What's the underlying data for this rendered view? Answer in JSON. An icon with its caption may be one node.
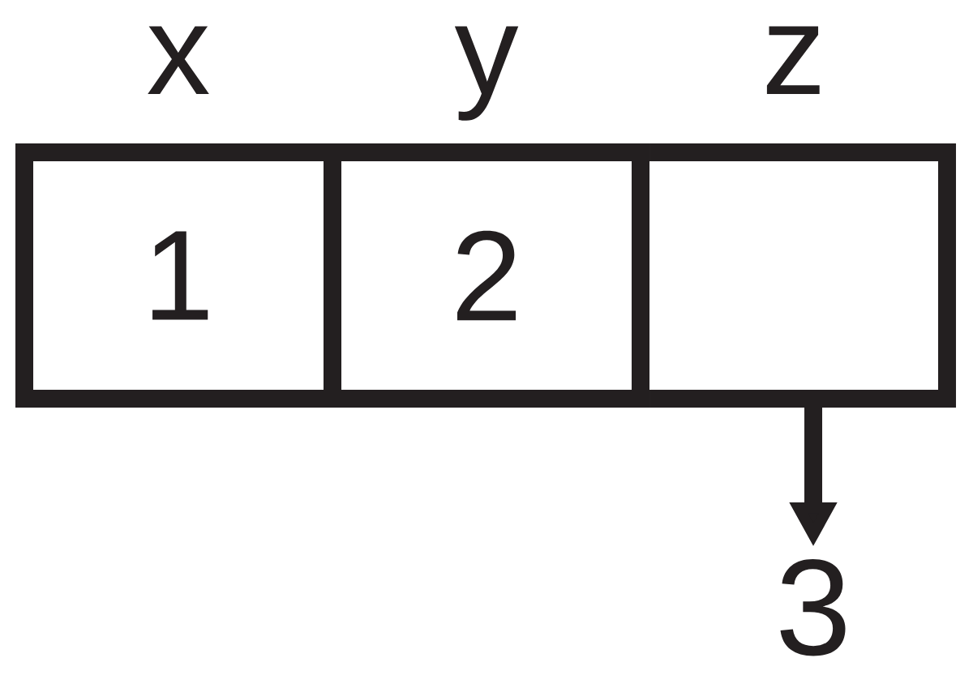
{
  "diagram": {
    "nodes": [
      {
        "text": [
          "x",
          "1"
        ]
      },
      {
        "text": [
          "y",
          "2"
        ]
      },
      {
        "text": [
          "z"
        ]
      },
      {
        "text": [
          "3"
        ]
      }
    ],
    "edges": [
      {
        "from": 2,
        "to": 3,
        "arrow": "to"
      }
    ]
  }
}
